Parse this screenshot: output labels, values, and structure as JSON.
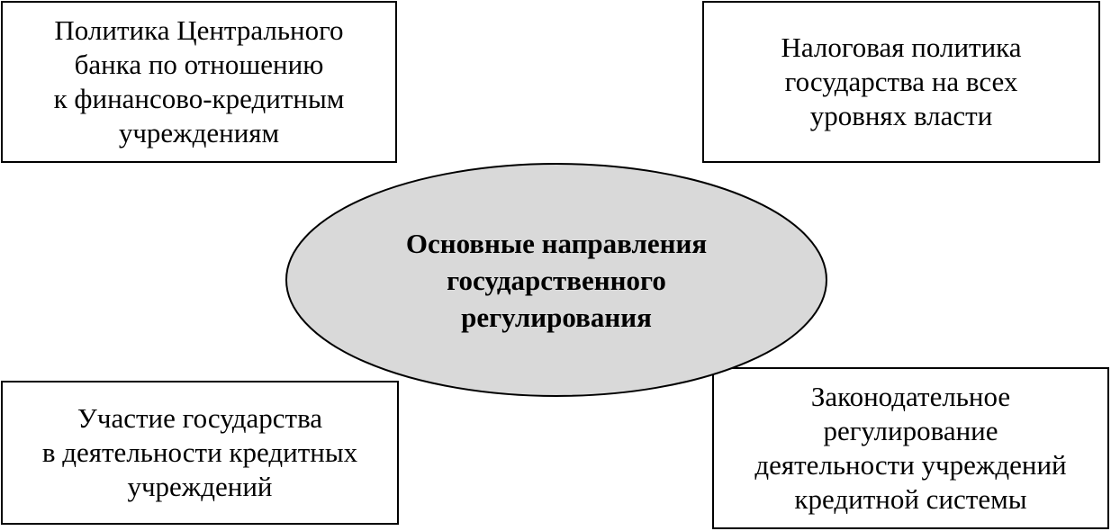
{
  "diagram": {
    "center": {
      "text": "Основные направления\nгосударственного\nрегулирования",
      "fill": "#d9d9d9"
    },
    "boxes": {
      "top_left": "Политика Центрального\nбанка по отношению\nк финансово-кредитным\nучреждениям",
      "top_right": "Налоговая политика\nгосударства на всех\nуровнях власти",
      "bottom_left": "Участие государства\nв деятельности кредитных\nучреждений",
      "bottom_right": "Законодательное\nрегулирование\nдеятельности учреждений\nкредитной системы"
    }
  }
}
